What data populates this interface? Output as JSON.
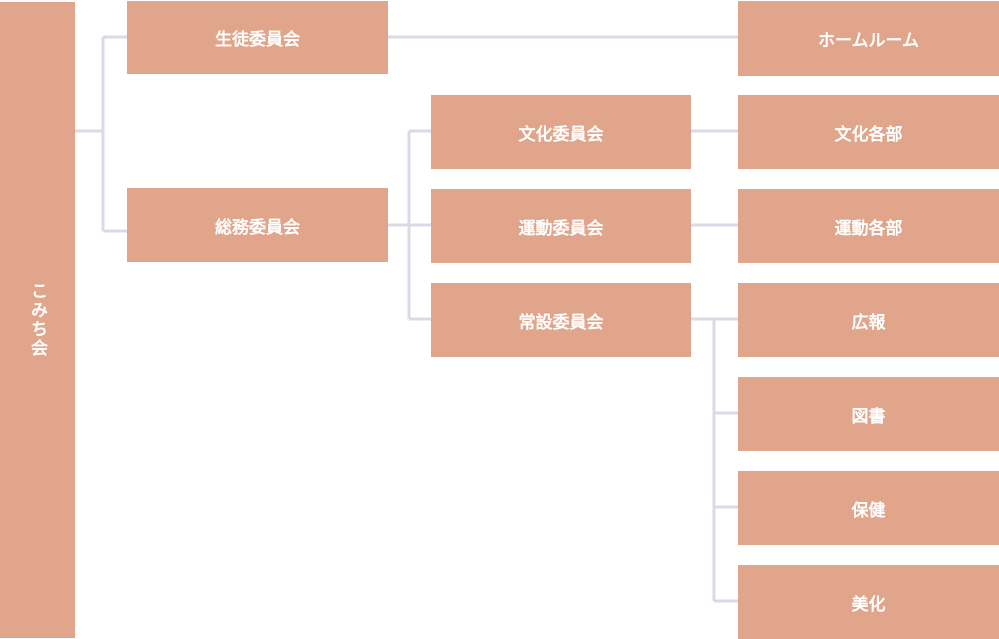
{
  "root": {
    "label": "こみち会"
  },
  "committees": {
    "student": "生徒委員会",
    "general": "総務委員会"
  },
  "sub_committees": {
    "culture": "文化委員会",
    "sports": "運動委員会",
    "standing": "常設委員会"
  },
  "units": {
    "homeroom": "ホームルーム",
    "culture_clubs": "文化各部",
    "sports_clubs": "運動各部",
    "publicity": "広報",
    "library": "図書",
    "health": "保健",
    "beautification": "美化"
  },
  "colors": {
    "box": "#e0a58b",
    "text": "#ffffff",
    "connector": "#d8dae6"
  }
}
